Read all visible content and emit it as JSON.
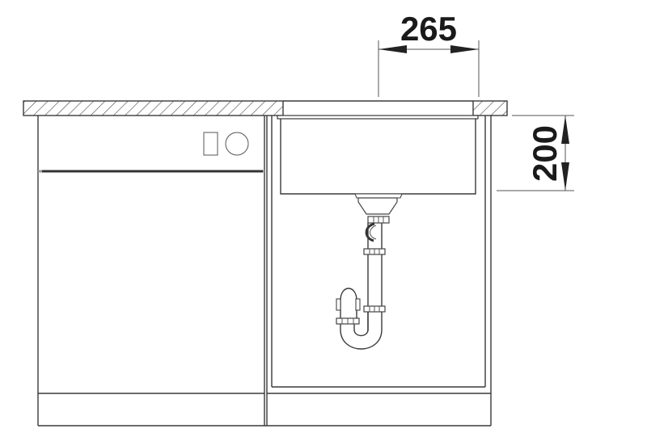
{
  "diagram": {
    "type": "kitchen sink installation elevation",
    "dimensions": {
      "width": {
        "value": "265",
        "unit": "mm",
        "description": "sink bowl width"
      },
      "height": {
        "value": "200",
        "unit": "mm",
        "description": "sink bowl depth below countertop"
      }
    },
    "components": [
      {
        "name": "countertop",
        "hatched": true
      },
      {
        "name": "dishwasher",
        "controls": [
          "rectangular-button",
          "round-knob"
        ]
      },
      {
        "name": "undermount-sink-bowl"
      },
      {
        "name": "drain-siphon",
        "type": "tube trap"
      },
      {
        "name": "base-cabinet"
      },
      {
        "name": "plinth"
      }
    ],
    "colors": {
      "line": "#3a3a3a",
      "background": "#ffffff",
      "text": "#1a1a1a"
    }
  }
}
